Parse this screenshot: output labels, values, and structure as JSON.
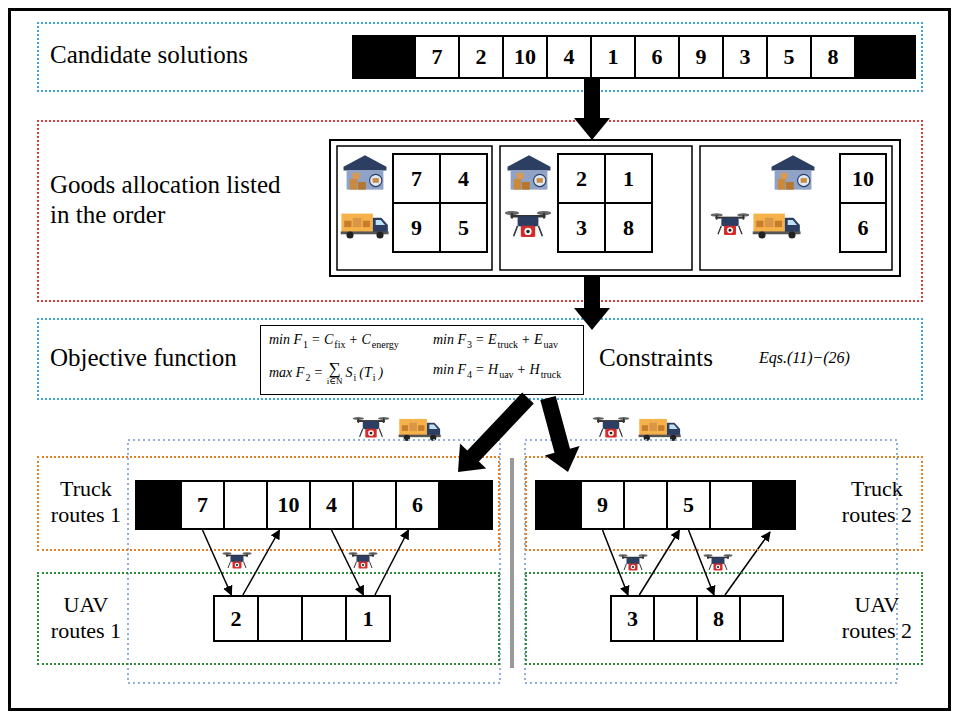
{
  "diagram": {
    "nodes": [
      {
        "text": [
          "Candidate solutions"
        ]
      },
      {
        "text": [
          "7"
        ],
        "in": 0
      },
      {
        "text": [
          "2"
        ],
        "in": 0
      },
      {
        "text": [
          "10"
        ],
        "in": 0
      },
      {
        "text": [
          "4"
        ],
        "in": 0
      },
      {
        "text": [
          "1"
        ],
        "in": 0
      },
      {
        "text": [
          "6"
        ],
        "in": 0
      },
      {
        "text": [
          "9"
        ],
        "in": 0
      },
      {
        "text": [
          "3"
        ],
        "in": 0
      },
      {
        "text": [
          "5"
        ],
        "in": 0
      },
      {
        "text": [
          "8"
        ],
        "in": 0
      },
      {
        "text": [
          "Goods allocation listed in the order"
        ]
      },
      {
        "text": [
          "7"
        ],
        "in": 11
      },
      {
        "text": [
          "4"
        ],
        "in": 11
      },
      {
        "text": [
          "9"
        ],
        "in": 11
      },
      {
        "text": [
          "5"
        ],
        "in": 11
      },
      {
        "text": [
          "2"
        ],
        "in": 11
      },
      {
        "text": [
          "1"
        ],
        "in": 11
      },
      {
        "text": [
          "3"
        ],
        "in": 11
      },
      {
        "text": [
          "8"
        ],
        "in": 11
      },
      {
        "text": [
          "10"
        ],
        "in": 11
      },
      {
        "text": [
          "6"
        ],
        "in": 11
      },
      {
        "text": [
          "Objective function",
          "Constraints",
          "Eqs.(11)−(26)"
        ]
      },
      {
        "text": [
          "min F",
          "1",
          "= C",
          "fix",
          "+ C",
          "energy",
          "min F",
          "3",
          "= E",
          "truck",
          "+ E",
          "uav",
          "max F",
          "2",
          "=",
          "∑",
          "i∈N",
          "S",
          "i",
          "(T",
          "i",
          ")",
          "min F",
          "4",
          "= H",
          "uav",
          "+ H",
          "truck"
        ],
        "in": 22
      },
      {
        "text": [
          "Truck routes 1"
        ]
      },
      {
        "text": [
          "7"
        ],
        "in": 24
      },
      {
        "text": [
          "10"
        ],
        "in": 24
      },
      {
        "text": [
          "4"
        ],
        "in": 24
      },
      {
        "text": [
          "6"
        ],
        "in": 24
      },
      {
        "text": [
          "UAV routes 1"
        ]
      },
      {
        "text": [
          "2"
        ],
        "in": 29
      },
      {
        "text": [
          "1"
        ],
        "in": 29
      },
      {
        "text": [
          "Truck routes 2"
        ]
      },
      {
        "text": [
          "9"
        ],
        "in": 32
      },
      {
        "text": [
          "5"
        ],
        "in": 32
      },
      {
        "text": [
          "UAV routes 2"
        ]
      },
      {
        "text": [
          "3"
        ],
        "in": 35
      },
      {
        "text": [
          "8"
        ],
        "in": 35
      }
    ],
    "edges": [
      {
        "from": 0,
        "to": 11,
        "arrow": "to"
      },
      {
        "from": 11,
        "to": 22,
        "arrow": "to"
      },
      {
        "from": 22,
        "to": 24,
        "arrow": "to"
      },
      {
        "from": 22,
        "to": 32,
        "arrow": "to"
      },
      {
        "from": 25,
        "to": 30,
        "arrow": "to"
      },
      {
        "from": 30,
        "to": 26,
        "arrow": "to"
      },
      {
        "from": 27,
        "to": 31,
        "arrow": "to"
      },
      {
        "from": 31,
        "to": 28,
        "arrow": "to"
      },
      {
        "from": 33,
        "to": 36,
        "arrow": "to"
      },
      {
        "from": 36,
        "to": 34,
        "arrow": "to"
      },
      {
        "from": 34,
        "to": 37,
        "arrow": "to"
      }
    ]
  }
}
